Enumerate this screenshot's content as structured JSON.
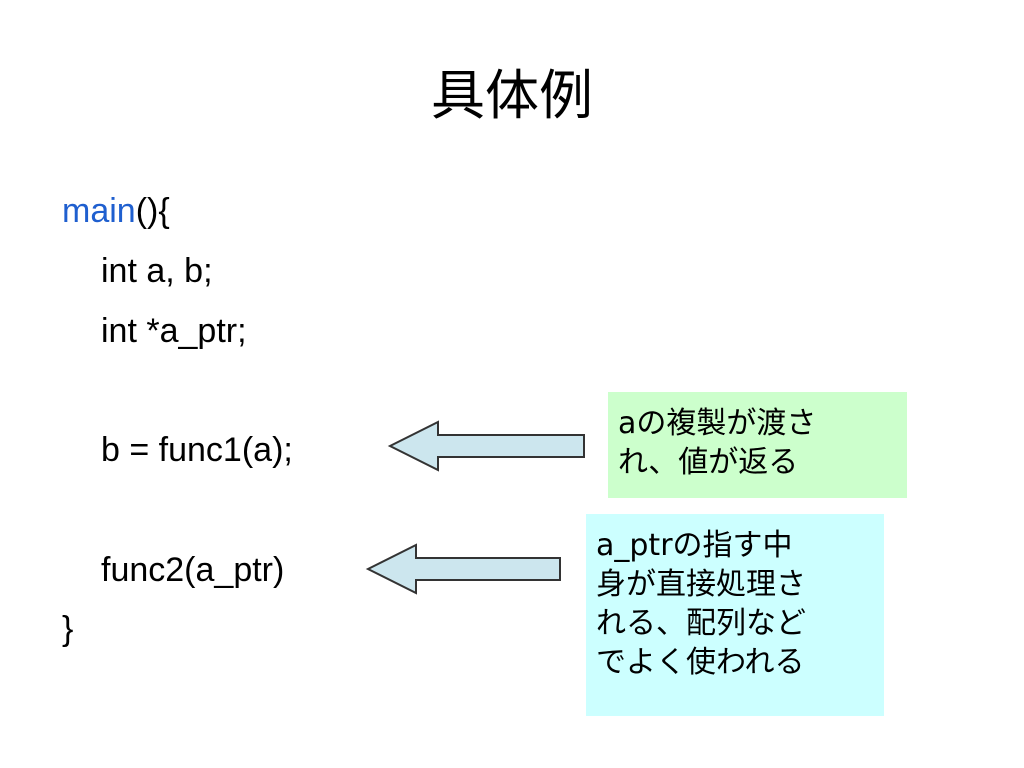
{
  "slide": {
    "title": "具体例"
  },
  "code": {
    "func_name": "main",
    "func_open": "(){",
    "line_decl_ab": "int a, b;",
    "line_decl_ptr": "int *a_ptr;",
    "line_call1": "b = func1(a);",
    "line_call2": "func2(a_ptr)",
    "close_brace": "}"
  },
  "notes": {
    "copy_note": {
      "lines": [
        "aの複製が渡さ",
        "れ、値が返る"
      ]
    },
    "pointer_note": {
      "lines": [
        "a_ptrの指す中",
        "身が直接処理さ",
        "れる、配列など",
        "でよく使われる"
      ]
    }
  },
  "colors": {
    "keyword": "#1f5fcf",
    "arrow_fill": "#cce6ee",
    "arrow_stroke": "#333333",
    "copy_note_bg": "#ccffcc",
    "pointer_note_bg": "#ccffff"
  }
}
